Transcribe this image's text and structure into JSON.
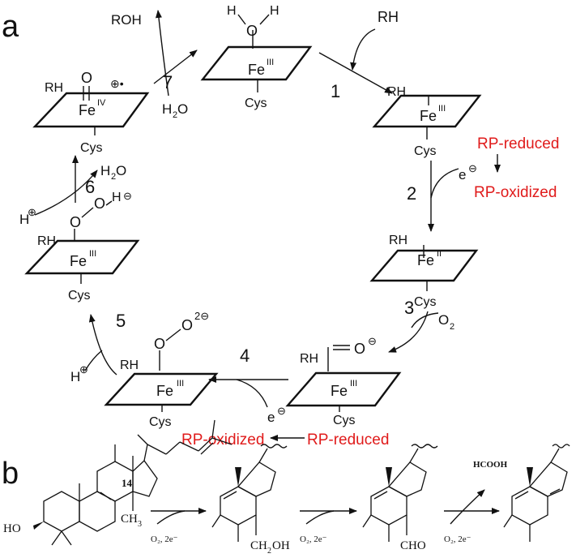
{
  "panels": {
    "a": "a",
    "b": "b"
  },
  "iron": {
    "fe": "Fe",
    "ox3": "III",
    "ox2": "II",
    "ox4": "IV",
    "cys": "Cys",
    "rh": "RH",
    "h": "H",
    "o": "O"
  },
  "species": {
    "s4_o2": "O",
    "s4_charge": "⊖",
    "s5_charge": "2⊖",
    "s6_charge": "⊖",
    "s7_charge": "⊕•"
  },
  "steps": [
    "1",
    "2",
    "3",
    "4",
    "5",
    "6",
    "7"
  ],
  "reagents": {
    "rh": "RH",
    "electron": "e",
    "electron_charge": "⊖",
    "o2": "O",
    "o2_sub": "2",
    "proton": "H",
    "proton_charge": "⊕",
    "water": "H",
    "water_sub": "2",
    "water_o": "O",
    "roh": "ROH"
  },
  "redox": {
    "reduced_right": "RP-reduced",
    "oxidized_right": "RP-oxidized",
    "oxidized_bottom": "RP-oxidized",
    "reduced_bottom": "RP-reduced"
  },
  "colors": {
    "red_text": "#e01b1b",
    "ink": "#111111"
  },
  "panel_b": {
    "c14": "14",
    "ho": "HO",
    "ch3": "CH",
    "ch3_sub": "3",
    "ch2oh": "CH",
    "ch2oh_sub": "2",
    "ch2oh_tail": "OH",
    "cho": "CHO",
    "hcooh": "HCOOH",
    "cond1": "O₂, 2e⁻",
    "cond2": "O₂, 2e⁻",
    "cond3": "O₂, 2e⁻"
  }
}
